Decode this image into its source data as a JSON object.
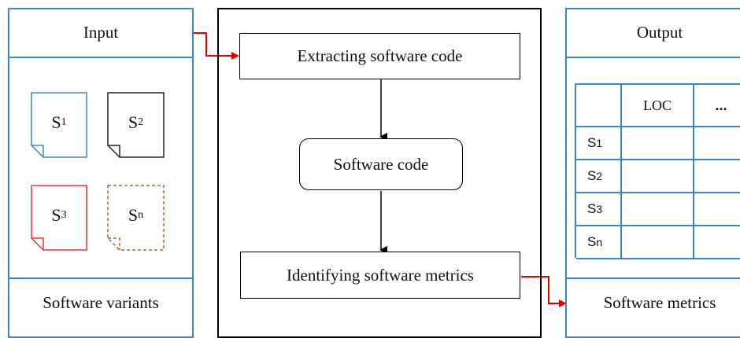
{
  "input_panel": {
    "title": "Input",
    "footer": "Software variants",
    "documents": [
      {
        "label": "S",
        "sub": "1",
        "color": "#3b86c6"
      },
      {
        "label": "S",
        "sub": "2",
        "color": "#222222"
      },
      {
        "label": "S",
        "sub": "3",
        "color": "#e53935"
      },
      {
        "label": "S",
        "sub": "n",
        "color": "#a8642a"
      }
    ]
  },
  "process": {
    "step1": "Extracting  software code",
    "step2": "Software code",
    "step3": "Identifying  software metrics"
  },
  "output_panel": {
    "title": "Output",
    "footer": "Software metrics",
    "table": {
      "headers": [
        "",
        "LOC",
        "..."
      ],
      "rows": [
        {
          "label": "S",
          "sub": "1"
        },
        {
          "label": "S",
          "sub": "2"
        },
        {
          "label": "S",
          "sub": "3"
        },
        {
          "label": "S",
          "sub": "n"
        }
      ]
    }
  },
  "colors": {
    "panel_border": "#3b86c6",
    "connector": "#e00000",
    "flow_arrow": "#000000"
  }
}
